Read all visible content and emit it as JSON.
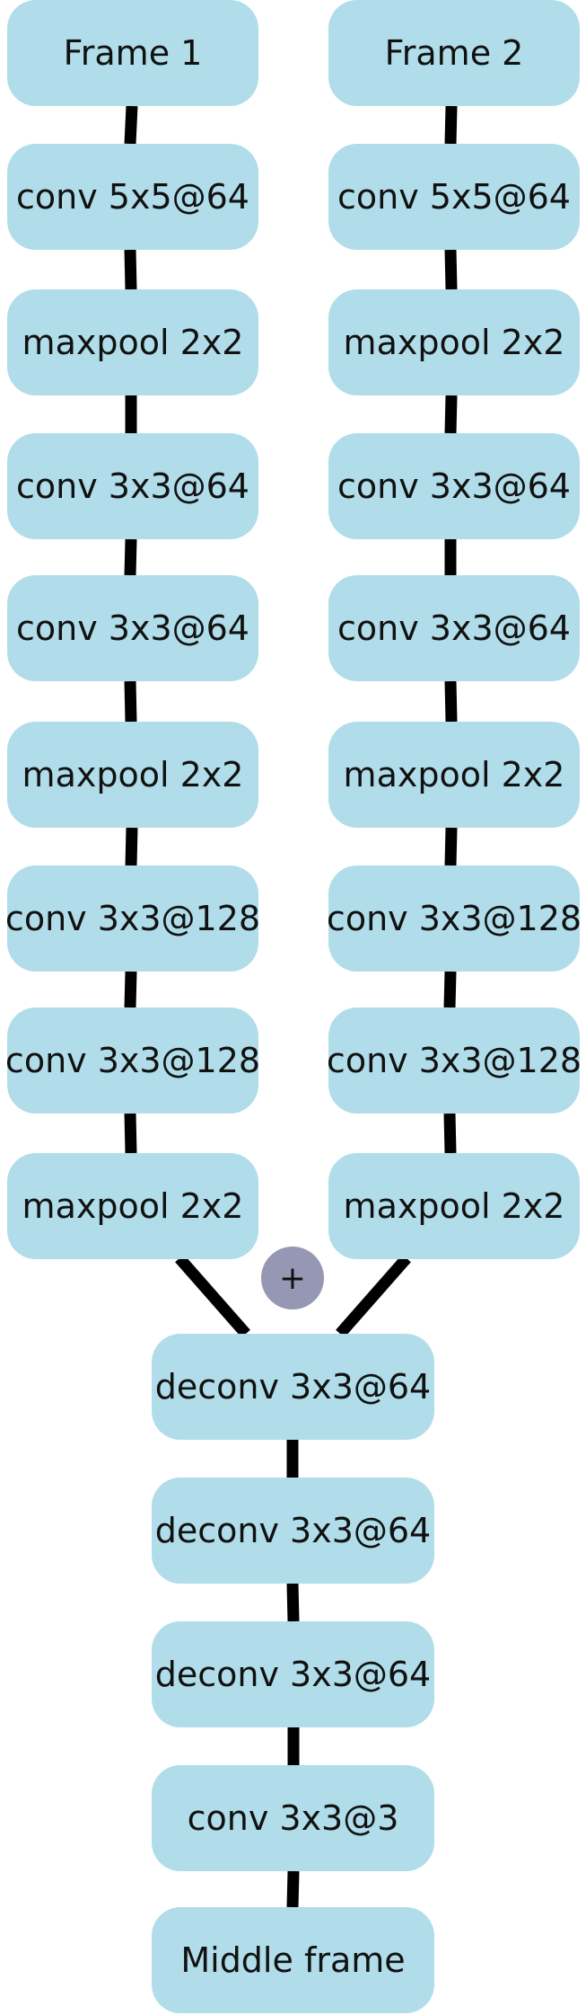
{
  "left_column": [
    "Frame 1",
    "conv 5x5@64",
    "maxpool 2x2",
    "conv 3x3@64",
    "conv 3x3@64",
    "maxpool 2x2",
    "conv 3x3@128",
    "conv 3x3@128",
    "maxpool 2x2"
  ],
  "right_column": [
    "Frame 2",
    "conv 5x5@64",
    "maxpool 2x2",
    "conv 3x3@64",
    "conv 3x3@64",
    "maxpool 2x2",
    "conv 3x3@128",
    "conv 3x3@128",
    "maxpool 2x2"
  ],
  "merge_symbol": "+",
  "decoder": [
    "deconv 3x3@64",
    "deconv 3x3@64",
    "deconv 3x3@64",
    "conv 3x3@3",
    "Middle frame"
  ],
  "colors": {
    "node_fill": "#b0dde9",
    "merge_fill": "#9698b3",
    "edge": "#000000"
  }
}
